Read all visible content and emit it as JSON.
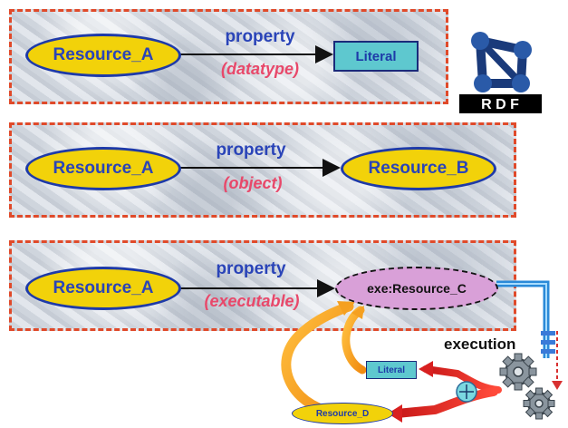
{
  "rows": [
    {
      "subject": "Resource_A",
      "property": "property",
      "kind": "(datatype)",
      "object": "Literal"
    },
    {
      "subject": "Resource_A",
      "property": "property",
      "kind": "(object)",
      "object": "Resource_B"
    },
    {
      "subject": "Resource_A",
      "property": "property",
      "kind": "(executable)",
      "object_prefix": "exe:",
      "object": "Resource_C"
    }
  ],
  "rdf_logo": {
    "text": "R D F"
  },
  "execution": {
    "label": "execution",
    "literal": "Literal",
    "resource": "Resource_D"
  },
  "colors": {
    "panel_border": "#e04a2a",
    "resource_fill": "#f2d20a",
    "resource_outline": "#1e3aa8",
    "literal_fill": "#5ec8cf",
    "executable_fill": "#d9a0d8",
    "property_text": "#2a44b8",
    "kind_text": "#e8486a"
  }
}
